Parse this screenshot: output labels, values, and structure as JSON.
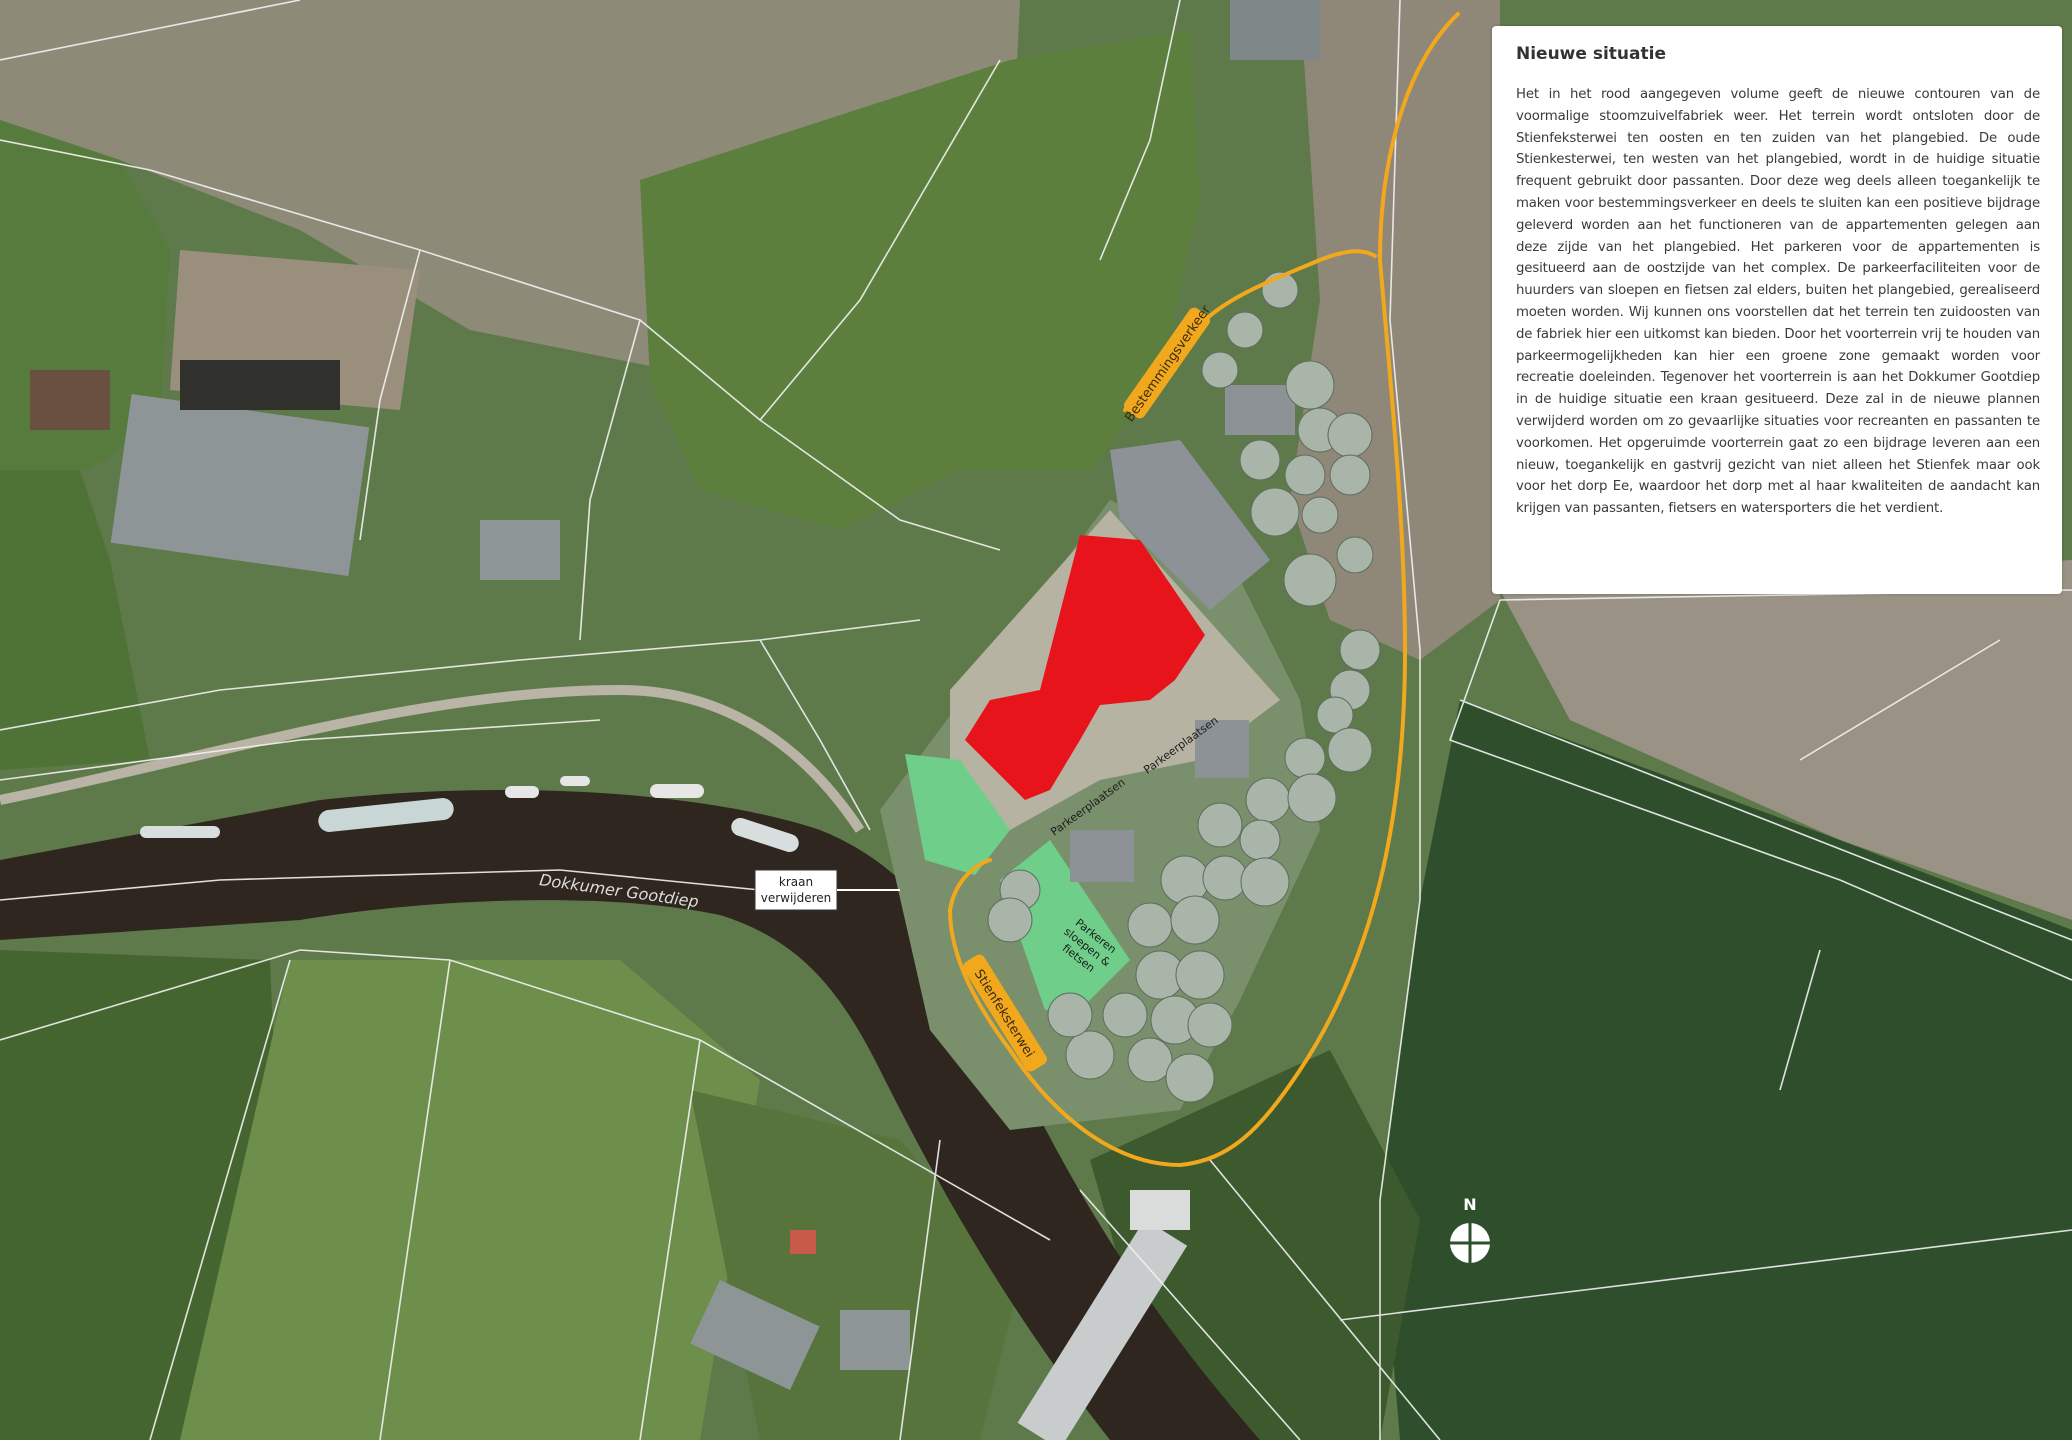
{
  "info_panel": {
    "title": "Nieuwe situatie",
    "body": "Het in het rood aangegeven volume geeft de nieuwe contouren van de voormalige stoomzuivelfabriek weer. Het terrein wordt ontsloten door de Stienfeksterwei ten oosten en ten zuiden van het plangebied. De oude Stienkesterwei, ten westen van het plangebied, wordt in de huidige situatie frequent gebruikt door passanten. Door deze weg deels alleen toegankelijk te maken voor bestemmingsverkeer en deels te sluiten kan een positieve bijdrage geleverd worden aan het functioneren van de appartementen gelegen aan deze zijde van het plangebied. Het parkeren voor de appartementen is gesitueerd aan de oostzijde van het complex. De parkeerfaciliteiten voor de huurders van sloepen en fietsen zal elders, buiten het plangebied, gerealiseerd moeten worden. Wij kunnen ons voorstellen dat het terrein ten zuidoosten van de fabriek hier een uitkomst kan bieden. Door het voorterrein vrij te houden van parkeermogelijkheden kan hier een groene zone gemaakt worden voor recreatie doeleinden. Tegenover het voorterrein is aan het Dokkumer Gootdiep in de huidige situatie een kraan gesitueerd. Deze zal in de nieuwe plannen verwijderd worden om zo gevaarlijke situaties voor recreanten en passanten te voorkomen. Het opgeruimde voorterrein gaat zo een bijdrage leveren aan een nieuw, toegankelijk en gastvrij gezicht van niet alleen het Stienfek maar ook voor het dorp Ee, waardoor het dorp met al haar kwaliteiten de aandacht kan krijgen van passanten, fietsers en watersporters die het verdient."
  },
  "map": {
    "labels": {
      "river": "Dokkumer Gootdiep",
      "road_destination": "Bestemmingsverkeer",
      "road_main": "Stienfeksterwei",
      "crane_line1": "kraan",
      "crane_line2": "verwijderen",
      "parking_a": "Parkeerplaatsen",
      "parking_b": "Parkeerplaatsen",
      "parking_c1": "Parkeren",
      "parking_c2": "sloepen &",
      "parking_c3": "fietsen",
      "north": "N"
    },
    "colors": {
      "new_volume": "#e8141c",
      "road_route": "#f2a81d",
      "green_zone": "#6fcf8a",
      "river": "#2f2620"
    }
  }
}
